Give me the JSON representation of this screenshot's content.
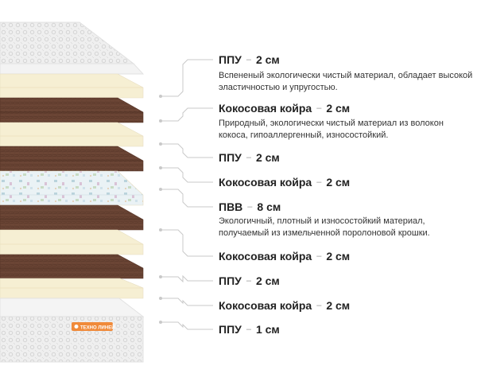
{
  "brand_badge": "ТЕХНО ЛИНЕЙ",
  "colors": {
    "cover": "#eeeeee",
    "ppu": "#f6efd3",
    "coir": "#6b4535",
    "pvv": "#e8f0f3",
    "connector": "#c9c9c9",
    "badge": "#f08a3a"
  },
  "layers": [
    {
      "name": "ППУ",
      "thickness": "2 см",
      "description": "Вспененый экологически чистый материал, обладает высокой эластичностью и упругостью."
    },
    {
      "name": "Кокосовая койра",
      "thickness": "2 см",
      "description": "Природный, экологически чистый материал из волокон кокоса, гипоаллергенный, износостойкий."
    },
    {
      "name": "ППУ",
      "thickness": "2 см",
      "description": ""
    },
    {
      "name": "Кокосовая койра",
      "thickness": "2 см",
      "description": ""
    },
    {
      "name": "ПВВ",
      "thickness": "8 см",
      "description": "Экологичный, плотный и износостойкий материал, получаемый из измельченной поролоновой крошки."
    },
    {
      "name": "Кокосовая койра",
      "thickness": "2 см",
      "description": ""
    },
    {
      "name": "ППУ",
      "thickness": "2 см",
      "description": ""
    },
    {
      "name": "Кокосовая койра",
      "thickness": "2 см",
      "description": ""
    },
    {
      "name": "ППУ",
      "thickness": "1 см",
      "description": ""
    }
  ]
}
